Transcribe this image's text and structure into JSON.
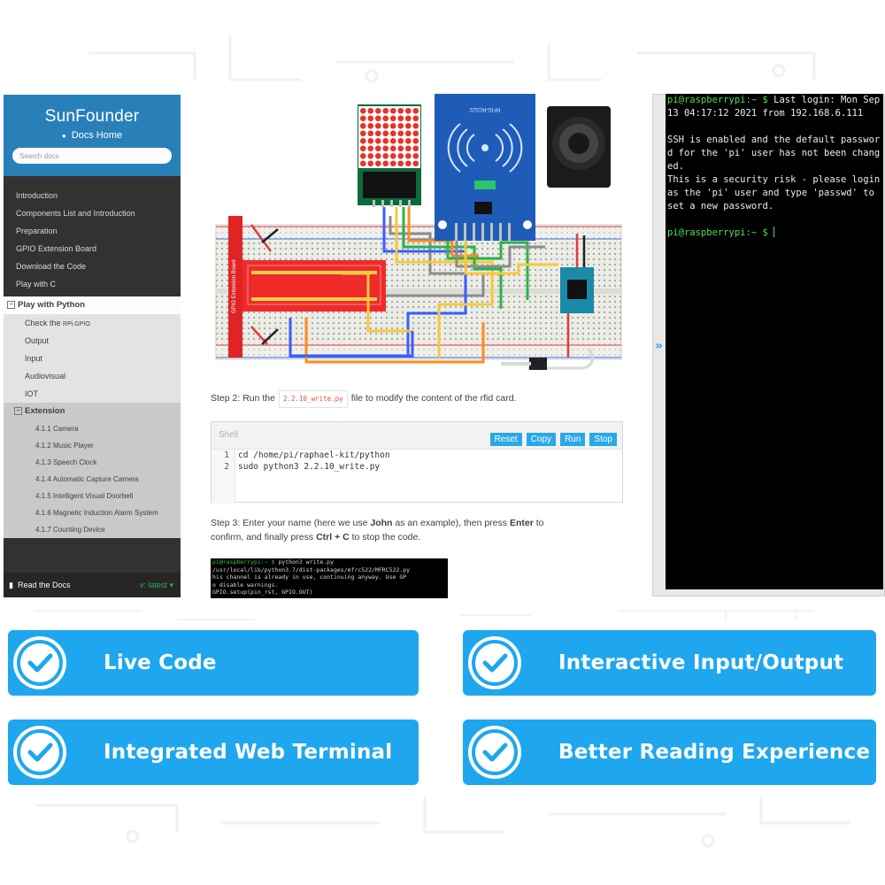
{
  "sidebar": {
    "brand": "SunFounder",
    "docs_home": "Docs Home",
    "search_placeholder": "Search docs",
    "top_items": [
      "Introduction",
      "Components List and Introduction",
      "Preparation",
      "GPIO Extension Board",
      "Download the Code",
      "Play with C"
    ],
    "current_section": "Play with Python",
    "python_items": [
      {
        "label": "Check the ",
        "small": "RPi.GPIO"
      },
      {
        "label": "Output",
        "small": ""
      },
      {
        "label": "Input",
        "small": ""
      },
      {
        "label": "Audiovisual",
        "small": ""
      },
      {
        "label": "IOT",
        "small": ""
      }
    ],
    "current_subsection": "Extension",
    "extension_items": [
      "4.1.1 Camera",
      "4.1.2 Music Player",
      "4.1.3 Speech Clock",
      "4.1.4 Automatic Capture Camera",
      "4.1.5 Intelligent Visual Doorbell",
      "4.1.6 Magnetic Induction Alarm System",
      "4.1.7 Counting Device"
    ],
    "read_the_docs": "Read the Docs",
    "version": "v: latest ▾"
  },
  "diagram": {
    "matrix_label": "",
    "rfid_label": "RFID-RC522",
    "board_label": "GPIO Extension Board"
  },
  "step2": {
    "before": "Step 2: Run the",
    "file": "2.2.10_write.py",
    "after": "file to modify the content of the rfid card."
  },
  "shell": {
    "label": "Shell",
    "buttons": {
      "reset": "Reset",
      "copy": "Copy",
      "run": "Run",
      "stop": "Stop"
    },
    "lines": [
      {
        "num": "1",
        "text": "cd /home/pi/raphael-kit/python"
      },
      {
        "num": "2",
        "text": "sudo python3 2.2.10_write.py"
      }
    ]
  },
  "step3": {
    "t1": "Step 3: Enter your name (here we use ",
    "b1": "John",
    "t2": " as an example), then press ",
    "b2": "Enter",
    "t3": " to",
    "t4": "confirm, and finally press ",
    "b3": "Ctrl + C",
    "t5": " to stop the code."
  },
  "mini_terminal": {
    "prompt": "pi@raspberrypi:~ $",
    "cmd": " python3 write.py",
    "lines": [
      "/usr/local/lib/python3.7/dist-packages/mfrc522/MFRC522.py",
      "his channel is already in use, continuing anyway.  Use GP",
      "o disable warnings.",
      "  GPIO.setup(pin_rst, GPIO.OUT)"
    ]
  },
  "terminal": {
    "prompt1": "pi@raspberrypi:~ $",
    "text1": " Last login: Mon Sep 13 04:17:12 2021 from 192.168.6.111",
    "text2": "SSH is enabled and the default password for the 'pi' user has not been changed.",
    "text3": "This is a security risk - please login as the 'pi' user and type 'passwd' to set a new password.",
    "prompt2": "pi@raspberrypi:~ $",
    "expand_icon": "»"
  },
  "features": [
    "Live Code",
    "Interactive Input/Output",
    "Integrated Web Terminal",
    "Better Reading Experience"
  ],
  "colors": {
    "sidebar_head": "#2980b9",
    "sidebar_bg": "#343131",
    "feature_blue": "#1ea7ee",
    "button_blue": "#29a9e8",
    "terminal_green": "#4ee04e"
  }
}
